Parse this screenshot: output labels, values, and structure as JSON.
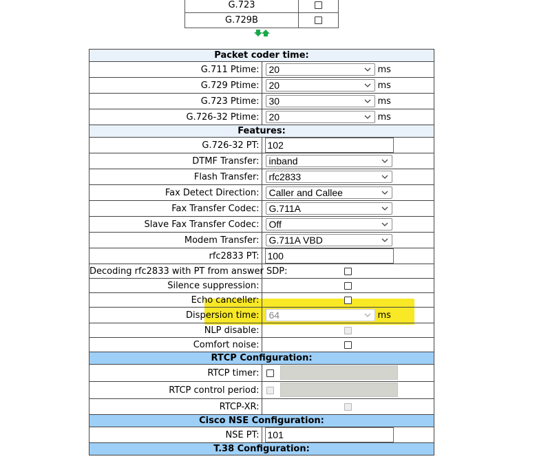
{
  "codec_list": [
    {
      "name": "G.723",
      "checked": false
    },
    {
      "name": "G.729B",
      "checked": false
    }
  ],
  "icons": {
    "move_arrows": "up-down-arrows-icon",
    "dropdown": "chevron-down-icon"
  },
  "packet_coder": {
    "header": "Packet coder time:",
    "unit": "ms",
    "rows": [
      {
        "label": "G.711 Ptime:",
        "value": "20"
      },
      {
        "label": "G.729 Ptime:",
        "value": "20"
      },
      {
        "label": "G.723 Ptime:",
        "value": "30"
      },
      {
        "label": "G.726-32 Ptime:",
        "value": "20"
      }
    ]
  },
  "features": {
    "header": "Features:",
    "g726_pt": {
      "label": "G.726-32 PT:",
      "value": "102"
    },
    "dtmf": {
      "label": "DTMF Transfer:",
      "value": "inband"
    },
    "flash": {
      "label": "Flash Transfer:",
      "value": "rfc2833"
    },
    "fax_detect": {
      "label": "Fax Detect Direction:",
      "value": "Caller and Callee"
    },
    "fax_codec": {
      "label": "Fax Transfer Codec:",
      "value": "G.711A"
    },
    "slave_fax": {
      "label": "Slave Fax Transfer Codec:",
      "value": "Off"
    },
    "modem": {
      "label": "Modem Transfer:",
      "value": "G.711A VBD"
    },
    "rfc2833_pt": {
      "label": "rfc2833 PT:",
      "value": "100"
    },
    "decoding": {
      "label": "Decoding rfc2833 with PT from answer SDP:",
      "checked": false
    },
    "silence": {
      "label": "Silence suppression:",
      "checked": false
    },
    "echo": {
      "label": "Echo canceller:",
      "checked": false
    },
    "dispersion": {
      "label": "Dispersion time:",
      "value": "64",
      "unit": "ms"
    },
    "nlp": {
      "label": "NLP disable:",
      "checked": false
    },
    "comfort": {
      "label": "Comfort noise:",
      "checked": false
    }
  },
  "rtcp": {
    "header": "RTCP Configuration:",
    "timer": {
      "label": "RTCP timer:",
      "checked": false
    },
    "control": {
      "label": "RTCP control period:",
      "checked": false
    },
    "xr": {
      "label": "RTCP-XR:",
      "checked": false
    }
  },
  "nse": {
    "header": "Cisco NSE Configuration:",
    "pt": {
      "label": "NSE PT:",
      "value": "101"
    }
  },
  "t38": {
    "header": "T.38 Configuration:"
  },
  "colors": {
    "header_light": "#e9f1fb",
    "header_blue": "#9dcff7",
    "highlight": "#f7e400",
    "arrow_green": "#1aa84a"
  }
}
